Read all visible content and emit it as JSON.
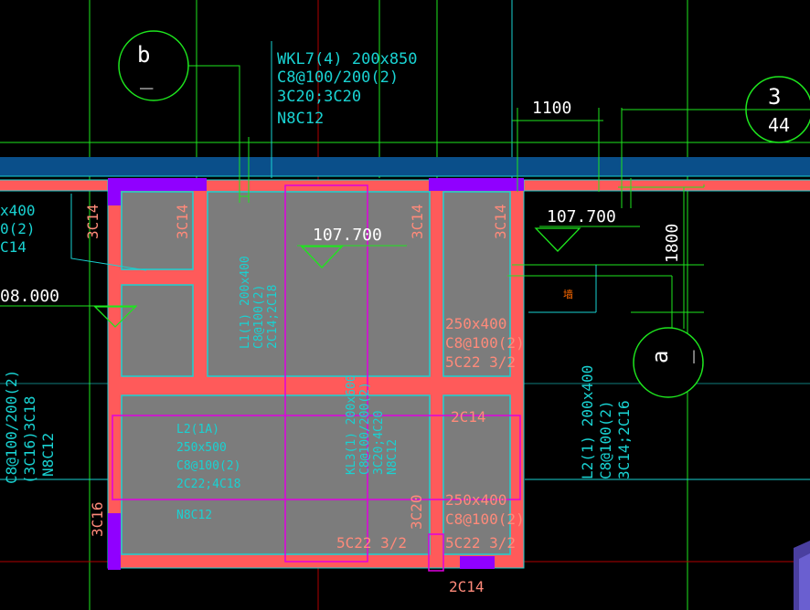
{
  "colors": {
    "background": "#000000",
    "beam": "#ff5a5a",
    "slab": "#7c7c7c",
    "cyan": "#19d2d2",
    "green": "#1ee61e",
    "magenta": "#e000e0",
    "purple": "#9000ff",
    "blue_band": "#0a4f8a",
    "white": "#ffffff",
    "orange": "#ff6a00"
  },
  "axis_markers": {
    "b": {
      "letter": "b",
      "sub": "_"
    },
    "a": {
      "letter": "a",
      "sub": "_"
    },
    "n3": {
      "top": "3",
      "bottom": "44"
    }
  },
  "beam_wkl7": {
    "line1": "WKL7(4) 200x850",
    "line2": "C8@100/200(2)",
    "line3": "3C20;3C20",
    "line4": "N8C12"
  },
  "dimensions": {
    "d1100": "1100",
    "d1800": "1800"
  },
  "elevations": {
    "e1": "107.700",
    "e2": "107.700",
    "e3": "08.000"
  },
  "left_text": {
    "l1": "x400",
    "l2": "0(2)",
    "l3": "C14",
    "r1": "C8@100/200(2)",
    "r2": "(3C16)3C18",
    "r3": "N8C12"
  },
  "rebar": {
    "c14_a": "3C14",
    "c14_b": "3C14",
    "c14_c": "3C14",
    "c14_d": "3C14",
    "c16": "3C16",
    "c20": "3C20",
    "r1": "250x400",
    "r2": "C8@100(2)",
    "r3": "5C22 3/2",
    "m2c14": "2C14",
    "r4": "250x400",
    "r5": "C8@100(2)",
    "r6": "5C22 3/2",
    "b5c22": "5C22 3/2",
    "b2c14": "2C14"
  },
  "slab_notes": {
    "lbl_a1": "L1(1) 200x400",
    "lbl_a2": "C8@100(2)",
    "lbl_a3": "2C14;2C18",
    "lbl_b1": "L2(1A)",
    "lbl_b2": "250x500",
    "lbl_b3": "C8@100(2)",
    "lbl_b4": "2C22;4C18",
    "lbl_b5": "N8C12",
    "lbl_c1": "KL3(1) 200x600",
    "lbl_c2": "C8@100/200(2)",
    "lbl_c3": "3C20;4C20",
    "lbl_c4": "N8C12",
    "right1": "L2(1) 200x400",
    "right2": "C8@100(2)",
    "right3": "3C14;2C16"
  },
  "misc": {
    "red_mark": "墙"
  }
}
